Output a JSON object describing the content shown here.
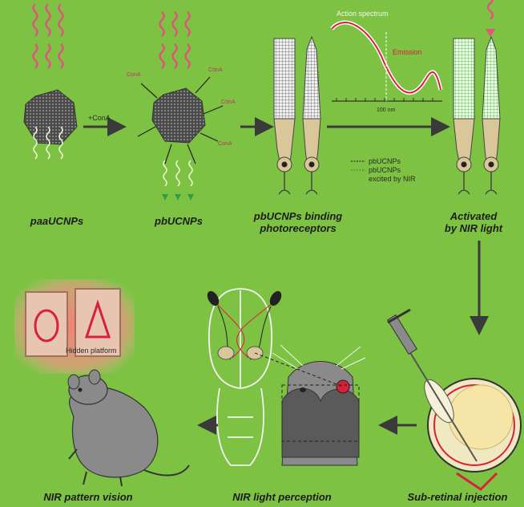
{
  "captions": {
    "paa": "paaUCNPs",
    "pb": "pbUCNPs",
    "binding_line1": "pbUCNPs binding",
    "binding_line2": "photoreceptors",
    "activated_line1": "Activated",
    "activated_line2": "by NIR light",
    "pattern": "NIR pattern vision",
    "perception": "NIR light perception",
    "injection": "Sub-retinal injection"
  },
  "annotations": {
    "cona": "+ConA",
    "action_spectrum": "Action spectrum",
    "emission": "Emission",
    "wavelength": "100 nm",
    "legend_1": "pbUCNPs",
    "legend_2_line1": "pbUCNPs",
    "legend_2_line2": "excited by NIR",
    "hidden_platform": "Hidden platform",
    "conjugate_1": "ConA",
    "conjugate_2": "ConA",
    "conjugate_3": "ConA",
    "conjugate_4": "ConA"
  },
  "colors": {
    "background": "#7dc243",
    "nir_wave": "#e0557f",
    "green_wave": "#e8f7d0",
    "nanoparticle": "#5a5a5a",
    "photoreceptor": "#d9c79a",
    "mouse": "#8a8a8a",
    "arrow": "#3a3a3a",
    "emission_curve": "#d8203a"
  }
}
